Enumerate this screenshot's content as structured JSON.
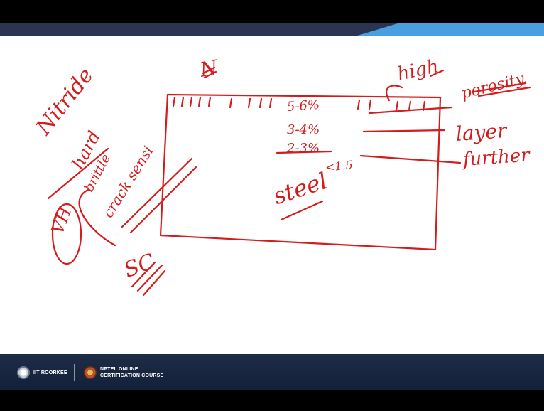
{
  "colors": {
    "ink": "#d41c1c",
    "header_dark": "#2a3552",
    "header_accent": "#4a9fe0",
    "footer_bg": "#1f2c45"
  },
  "handwriting": {
    "nitride": "Nitride",
    "hard": "hard",
    "brittle": "brittle",
    "crack_sensitive": "crack sensi",
    "vh": "VH",
    "n2": "N",
    "sc": "SC",
    "high": "high",
    "porosity": "porosity.",
    "layer": "layer",
    "further": "further",
    "pct_5_6": "5-6%",
    "pct_3_4": "3-4%",
    "pct_2_3": "2-3%",
    "pct_lt1": "<1.5",
    "steel": "steel"
  },
  "footer": {
    "institute": "IIT ROORKEE",
    "course_line1": "NPTEL ONLINE",
    "course_line2": "CERTIFICATION COURSE",
    "institute_logo": "iit-roorkee-logo-icon",
    "nptel_logo": "nptel-logo-icon"
  }
}
